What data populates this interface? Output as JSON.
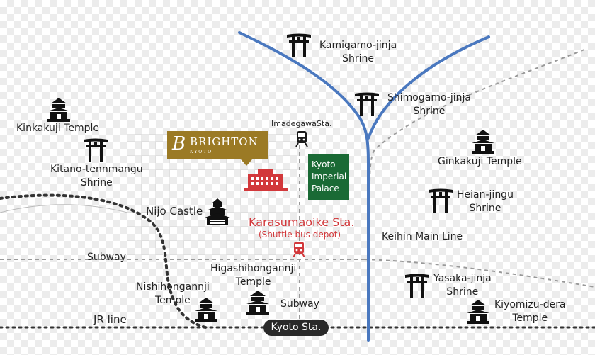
{
  "hotel": {
    "brand": "BRIGHTON",
    "city": "KYOTO",
    "logo_letter": "B"
  },
  "palace": {
    "line1": "Kyoto",
    "line2": "Imperial",
    "line3": "Palace"
  },
  "stations": {
    "imadegawa": "ImadegawaSta.",
    "karasumaoike": "Karasumaoike Sta.",
    "shuttle_note": "(Shuttle bus depot)",
    "kyoto": "Kyoto Sta."
  },
  "lines": {
    "subway_west": "Subway",
    "subway_south": "Subway",
    "jr": "JR line",
    "keihin": "Keihin Main Line"
  },
  "landmarks": {
    "kamigamo": {
      "line1": "Kamigamo-jinja",
      "line2": "Shrine"
    },
    "shimogamo": {
      "line1": "Shimogamo-jinja",
      "line2": "Shrine"
    },
    "kinkakuji": {
      "line1": "Kinkakuji Temple"
    },
    "kitano": {
      "line1": "Kitano-tennmangu",
      "line2": "Shrine"
    },
    "ginkakuji": {
      "line1": "Ginkakuji Temple"
    },
    "heian": {
      "line1": "Heian-jingu",
      "line2": "Shrine"
    },
    "nijo": {
      "line1": "Nijo Castle"
    },
    "higashi": {
      "line1": "Higashihongannji",
      "line2": "Temple"
    },
    "nishi": {
      "line1": "Nishihongannji",
      "line2": "Temple"
    },
    "yasaka": {
      "line1": "Yasaka-jinja",
      "line2": "Shrine"
    },
    "kiyomizu": {
      "line1": "Kiyomizu-dera",
      "line2": "Temple"
    }
  },
  "colors": {
    "river": "#4a78bf",
    "station_red": "#d2383b",
    "palace_green": "#1a6a35",
    "hotel_gold": "#9b7a25",
    "hotel_building": "#d2383b",
    "icon": "#111111"
  },
  "icons": [
    "torii-icon",
    "temple-icon",
    "castle-icon",
    "hotel-building-icon",
    "train-icon"
  ]
}
